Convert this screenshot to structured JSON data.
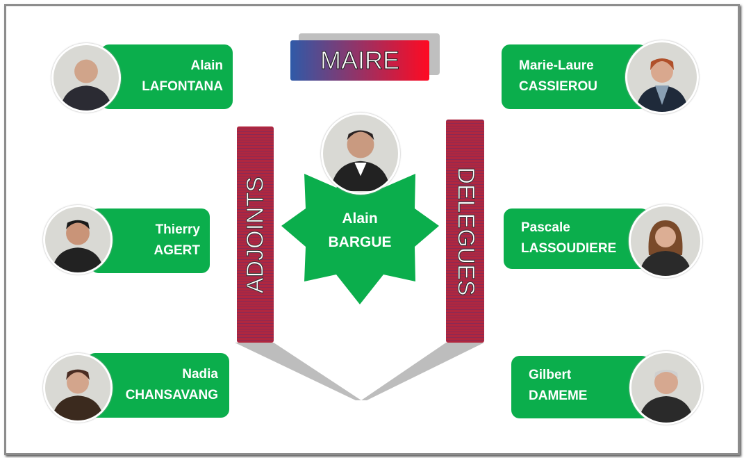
{
  "title": "MAIRE",
  "mayor": {
    "first": "Alain",
    "last": "BARGUE"
  },
  "adjoints_label": "ADJOINTS",
  "delegues_label": "DELEGUES",
  "adjoints": [
    {
      "first": "Alain",
      "last": "LAFONTANA"
    },
    {
      "first": "Thierry",
      "last": "AGERT"
    },
    {
      "first": "Nadia",
      "last": "CHANSAVANG"
    }
  ],
  "delegues": [
    {
      "first": "Marie-Laure",
      "last": "CASSIEROU"
    },
    {
      "first": "Pascale",
      "last": "LASSOUDIERE"
    },
    {
      "first": "Gilbert",
      "last": "DAMEME"
    }
  ],
  "colors": {
    "green": "#0bae4c",
    "banner_red": "#b0273f",
    "blue": "#2f5aa8",
    "red": "#ff0a22"
  }
}
